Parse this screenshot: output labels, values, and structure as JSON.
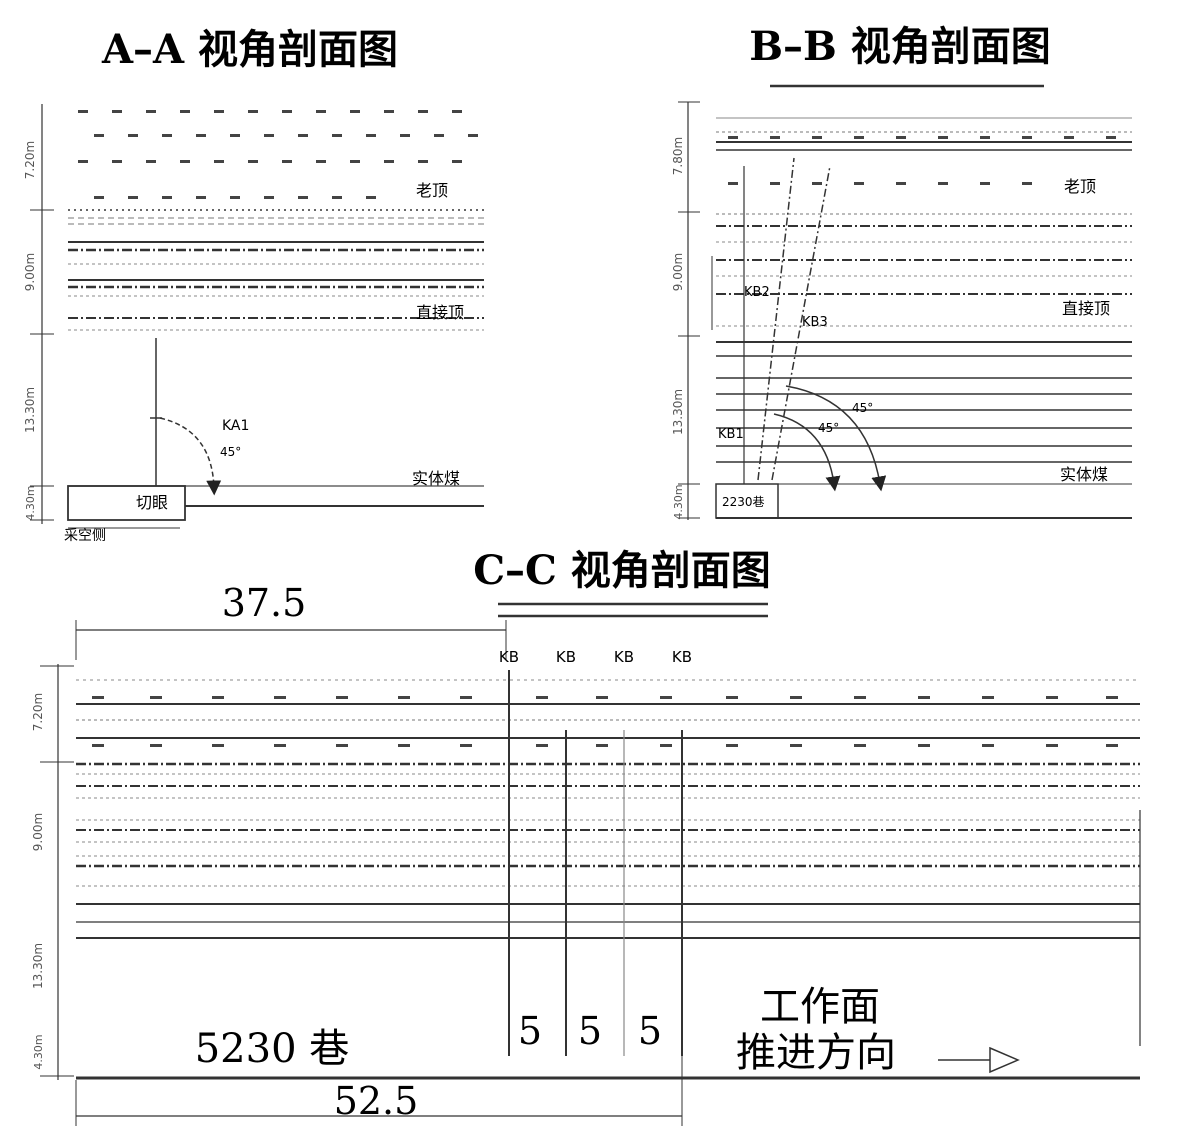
{
  "sections": {
    "aa": {
      "title": "A–A 视角剖面图",
      "labels": {
        "stratum_top": "老顶",
        "stratum_mid": "直接顶",
        "coal": "实体煤",
        "cut": "切眼",
        "goaf": "采空侧",
        "hole": "KA1",
        "angle": "45°"
      },
      "dims": [
        "7.20m",
        "9.00m",
        "13.30m",
        "4.30m"
      ]
    },
    "bb": {
      "title": "B–B 视角剖面图",
      "labels": {
        "stratum_top": "老顶",
        "stratum_mid": "直接顶",
        "coal": "实体煤",
        "roadway": "2230巷",
        "holes": [
          "KB2",
          "KB3",
          "KB1"
        ],
        "angles": [
          "45°",
          "45°"
        ]
      },
      "dims": [
        "7.80m",
        "9.00m",
        "13.30m",
        "4.30m"
      ]
    },
    "cc": {
      "title": "C–C 视角剖面图",
      "hole_labels": [
        "KB",
        "KB",
        "KB",
        "KB"
      ],
      "spacings": [
        "5",
        "5",
        "5"
      ],
      "dim_top": "37.5",
      "dim_bottom": "52.5",
      "roadway": "5230 巷",
      "face_line1": "工作面",
      "face_line2": "推进方向",
      "dims": [
        "7.20m",
        "9.00m",
        "13.30m",
        "4.30m"
      ]
    }
  }
}
